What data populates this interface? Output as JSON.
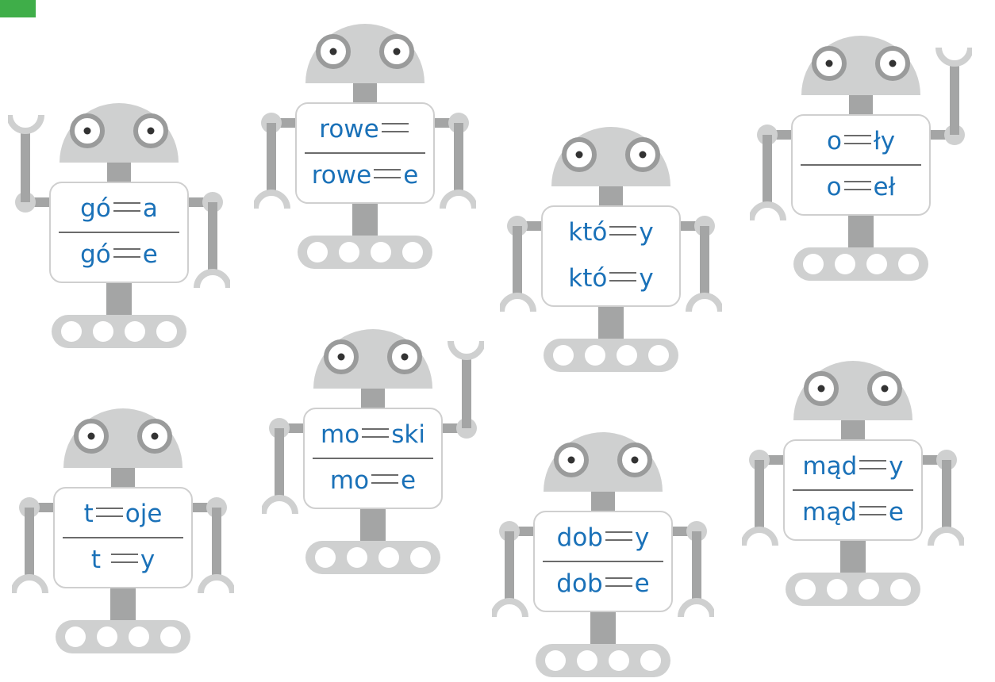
{
  "colors": {
    "corner": "#3fae49",
    "robot_light": "#cfd0d0",
    "robot_dark": "#a4a5a5",
    "eye_ring": "#9a9b9b",
    "pupil": "#333333",
    "text": "#1a71b8",
    "divider": "#6b6b6b"
  },
  "robots": [
    {
      "id": "goza",
      "words": [
        "gó",
        "a",
        "gó",
        "e"
      ],
      "divider": true,
      "wave": "left"
    },
    {
      "id": "rowe",
      "words": [
        "rowe",
        "",
        "rowe",
        "e"
      ],
      "divider": true,
      "wave": "none"
    },
    {
      "id": "ktoy",
      "words": [
        "któ",
        "y",
        "któ",
        "y"
      ],
      "divider": false,
      "wave": "none"
    },
    {
      "id": "ozly",
      "words": [
        "o",
        "ły",
        "o",
        "eł"
      ],
      "divider": true,
      "wave": "right"
    },
    {
      "id": "troje",
      "words": [
        "t",
        "oje",
        "t ",
        "y"
      ],
      "divider": true,
      "wave": "none"
    },
    {
      "id": "moski",
      "words": [
        "mo",
        "ski",
        "mo",
        "e"
      ],
      "divider": true,
      "wave": "right"
    },
    {
      "id": "dobry",
      "words": [
        "dob",
        "y",
        "dob",
        "e"
      ],
      "divider": true,
      "wave": "none"
    },
    {
      "id": "madry",
      "words": [
        "mąd",
        "y",
        "mąd",
        "e"
      ],
      "divider": true,
      "wave": "none"
    }
  ]
}
